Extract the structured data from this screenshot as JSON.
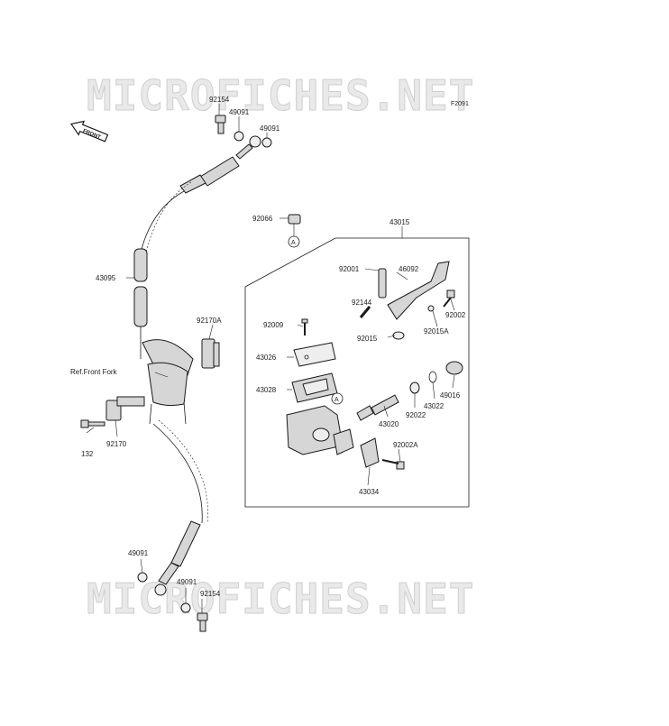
{
  "watermark": {
    "top": "MICROFICHES.NET",
    "bottom": "MICROFICHES.NET"
  },
  "figure_code": "F2091",
  "front_arrow": "FRONT",
  "ref_label": "Ref.Front Fork",
  "circle_marker": "A",
  "parts": {
    "p92154_top": "92154",
    "p49091_a": "49091",
    "p49091_b": "49091",
    "p92066": "92066",
    "p43015": "43015",
    "p43095": "43095",
    "p92001": "92001",
    "p46092": "46092",
    "p92144": "92144",
    "p92002": "92002",
    "p92009": "92009",
    "p92015A": "92015A",
    "p92015": "92015",
    "p92170A": "92170A",
    "p43026": "43026",
    "p43028": "43028",
    "p49016": "49016",
    "p43022": "43022",
    "p92022": "92022",
    "p43020": "43020",
    "p132": "132",
    "p92170": "92170",
    "p92002A": "92002A",
    "p43034": "43034",
    "p49091_c": "49091",
    "p49091_d": "49091",
    "p92154_bot": "92154"
  }
}
